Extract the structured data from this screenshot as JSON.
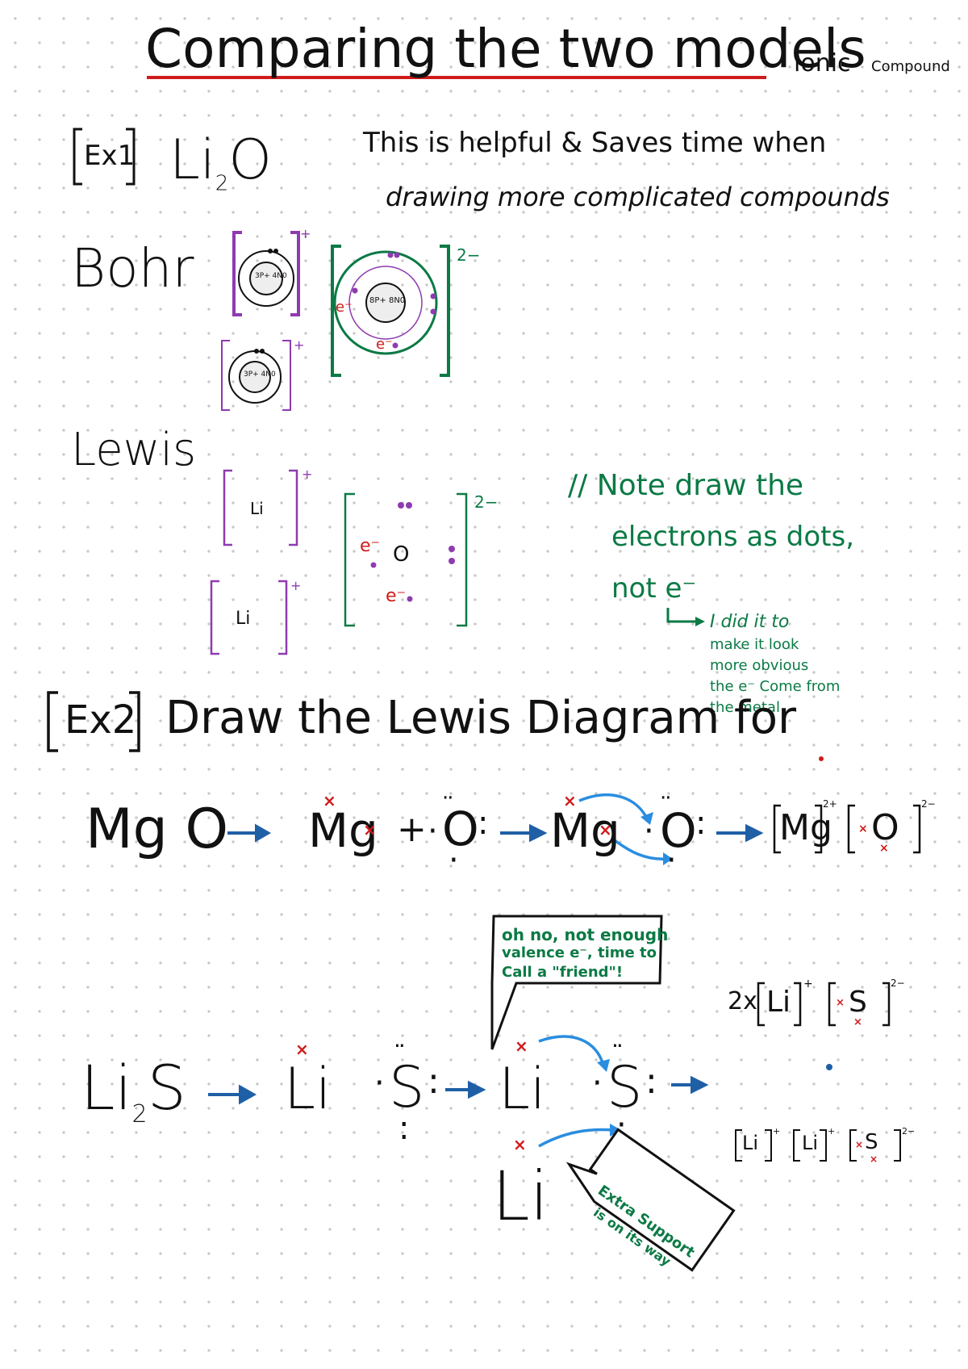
{
  "title": "Comparing the two models",
  "subtitle_main": "ionic",
  "subtitle_small": "Compound",
  "ex1": {
    "label": "Ex1",
    "formula": "Li",
    "formula_sub": "2",
    "formula_tail": "O",
    "note_line1": "This is helpful & Saves time when",
    "note_line2": "drawing more complicated compounds",
    "bohr_label": "Bohr",
    "lewis_label": "Lewis",
    "bohr_nucleus_li": "3P+ 4N0",
    "bohr_nucleus_o": "8P+ 8N0",
    "charge_plus": "+",
    "charge_minus2": "2−",
    "li": "Li",
    "o": "O",
    "e_minus": "e⁻",
    "note_green_1": "// Note draw the",
    "note_green_2": "electrons as dots,",
    "note_green_3": "not e⁻",
    "note_small_1": "I did it to",
    "note_small_2": "make it look",
    "note_small_3": "more obvious",
    "note_small_4": "the e⁻ Come from",
    "note_small_5": "the metal"
  },
  "ex2": {
    "label": "Ex2",
    "heading": "Draw the Lewis Diagram for",
    "mgo": "Mg O",
    "mg": "Mg",
    "o": "O",
    "plus": "+",
    "charge_2plus": "2+",
    "charge_2minus": "2−",
    "li2s_li": "Li",
    "li2s_sub": "2",
    "li2s_s": "S",
    "li": "Li",
    "s": "S",
    "bubble1_1": "oh no, not enough",
    "bubble1_2": "valence e⁻, time to",
    "bubble1_3": "Call a \"friend\"!",
    "bubble2_1": "Extra Support",
    "bubble2_2": "is on its way",
    "result1_prefix": "2x",
    "result_plus": "+",
    "result_minus2": "2−"
  },
  "colors": {
    "title_underline": "#d01b1b",
    "green": "#0b7a45",
    "purple": "#8e3bb0",
    "red": "#d01b1b",
    "blue": "#1f5fa6",
    "arrow_light_blue": "#2a8de0"
  }
}
